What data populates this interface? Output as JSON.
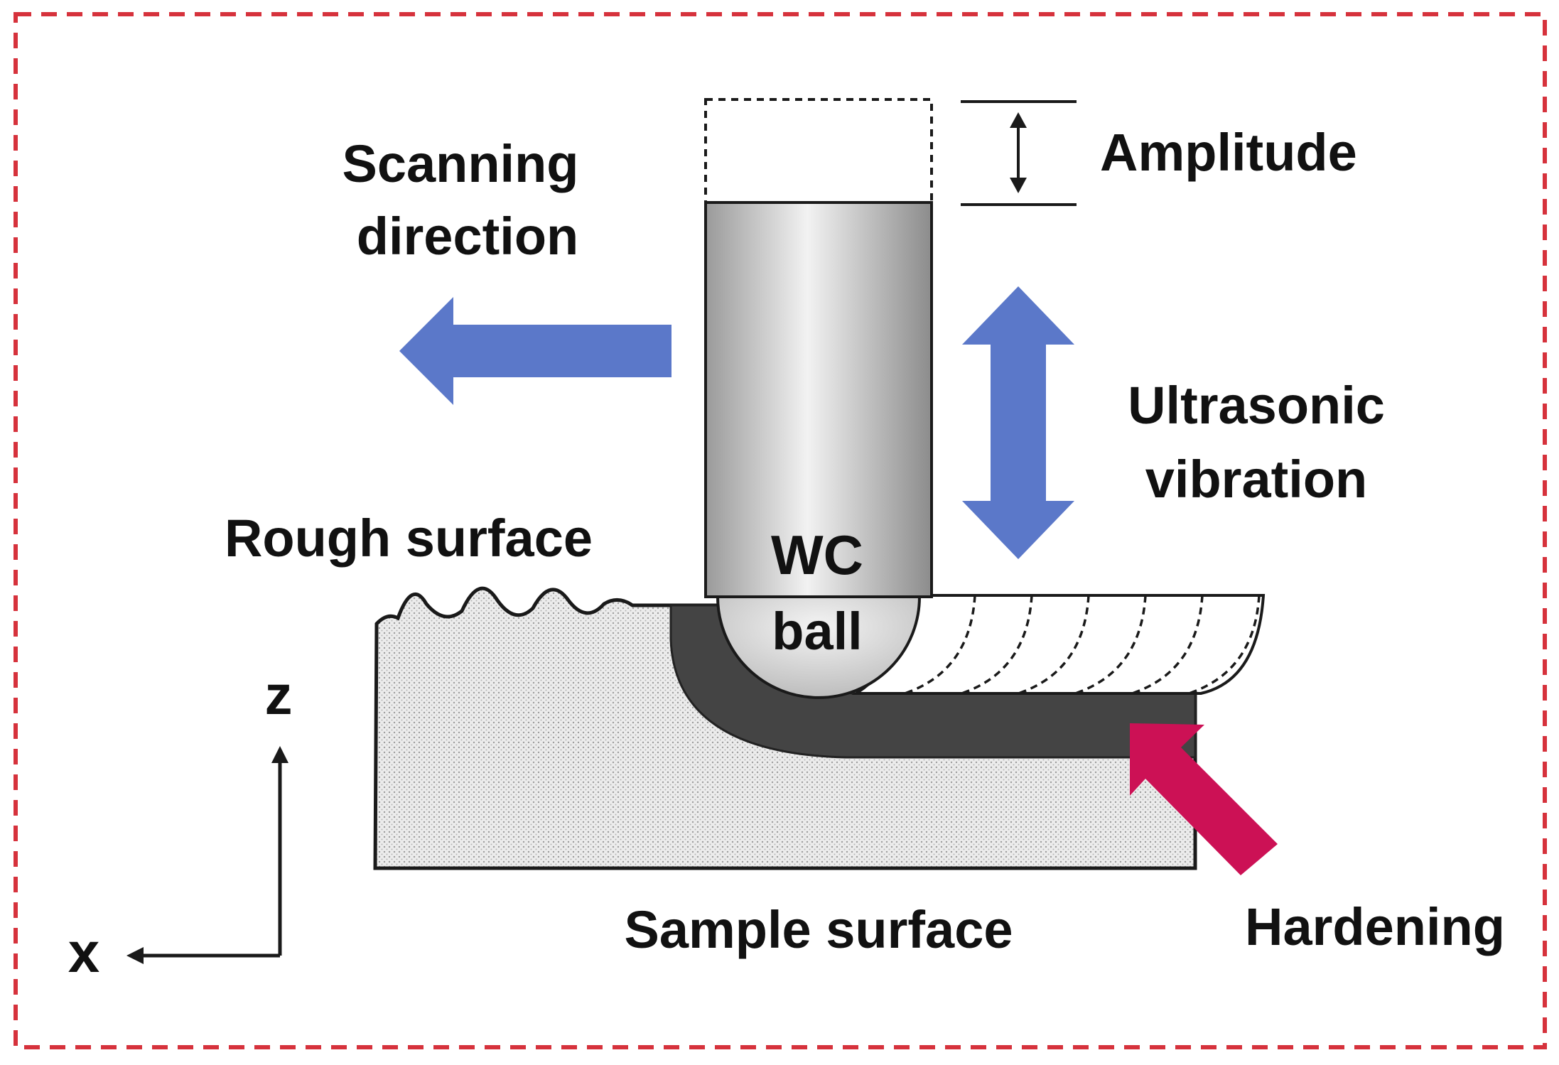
{
  "labels": {
    "scanning_line1": "Scanning",
    "scanning_line2": "direction",
    "amplitude": "Amplitude",
    "ultrasonic_line1": "Ultrasonic",
    "ultrasonic_line2": "vibration",
    "rough_surface": "Rough surface",
    "wc": "WC",
    "ball": "ball",
    "axis_z": "z",
    "axis_x": "x",
    "sample_surface": "Sample surface",
    "hardening": "Hardening"
  },
  "colors": {
    "frame_dashed": "#d6323c",
    "blue_arrow": "#5b78c9",
    "hardening_arrow": "#cc1155",
    "hardened_layer": "#444444",
    "sample_fill": "#e6e6e6",
    "tool_fill": "#c8c8c8"
  }
}
